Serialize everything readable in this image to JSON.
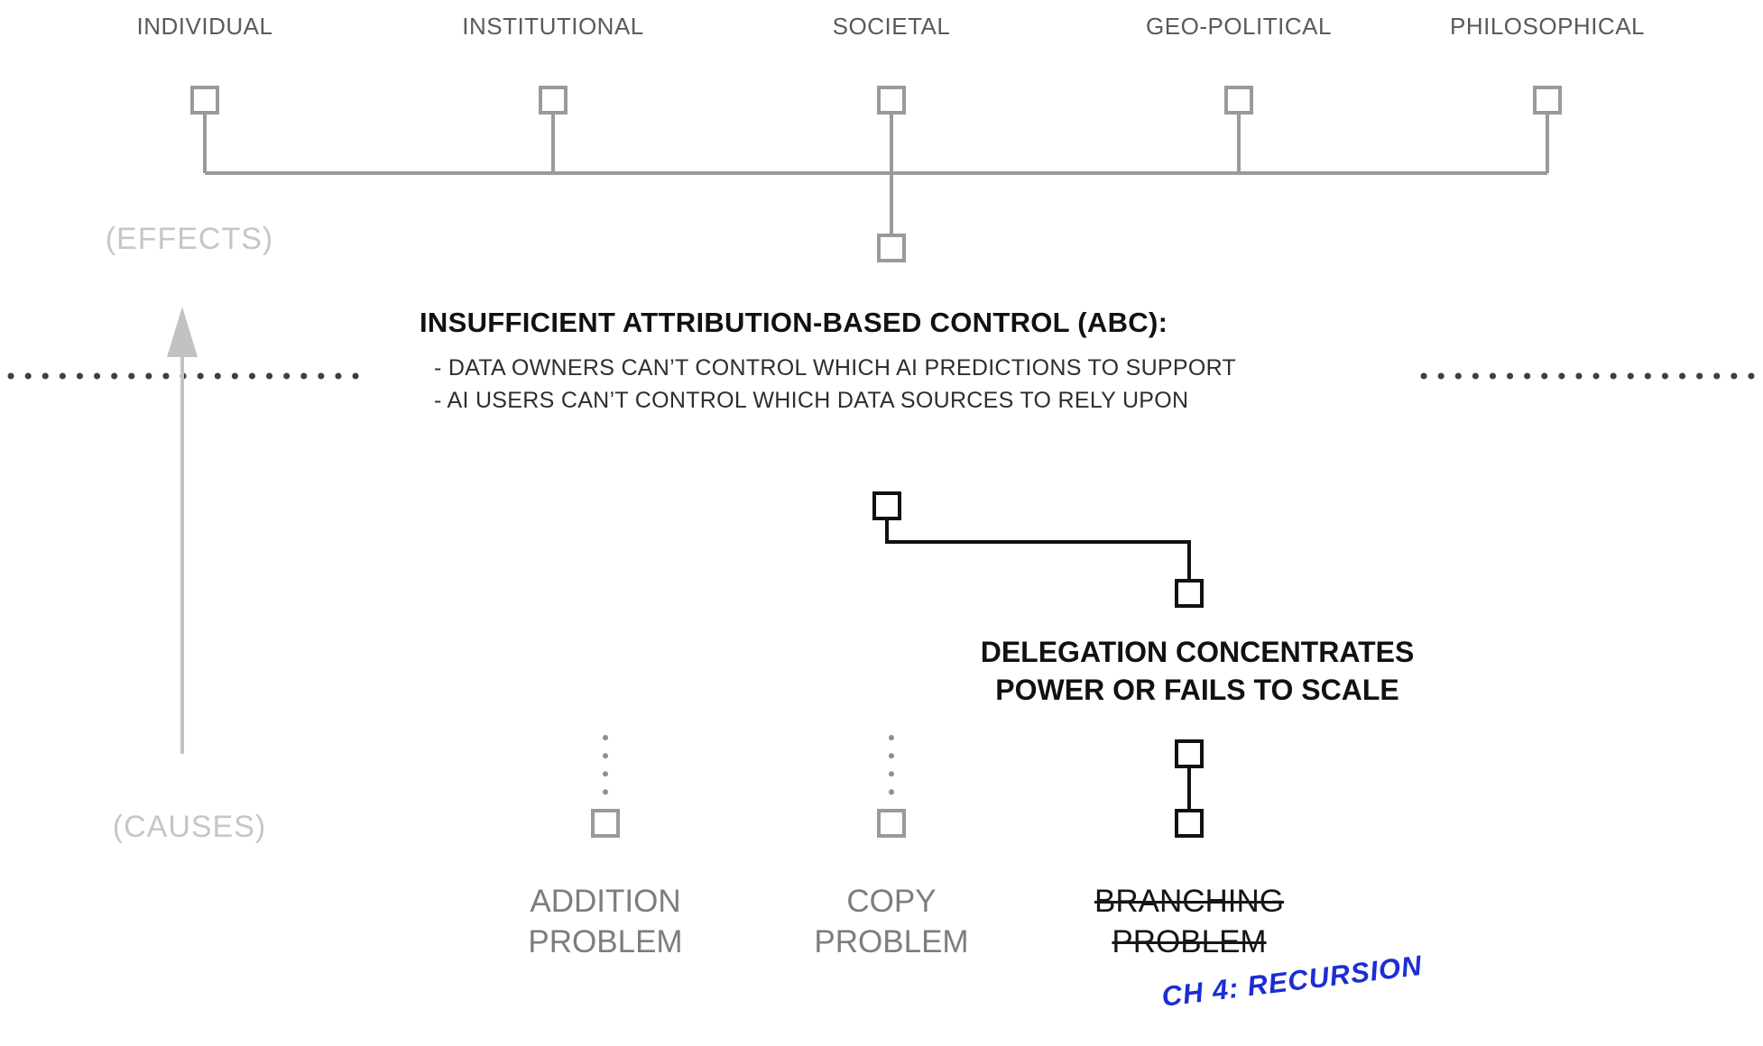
{
  "effects_levels": [
    {
      "label": "INDIVIDUAL"
    },
    {
      "label": "INSTITUTIONAL"
    },
    {
      "label": "SOCIETAL"
    },
    {
      "label": "GEO-POLITICAL"
    },
    {
      "label": "PHILOSOPHICAL"
    }
  ],
  "axis": {
    "effects_label": "(EFFECTS)",
    "causes_label": "(CAUSES)"
  },
  "central": {
    "title": "INSUFFICIENT ATTRIBUTION-BASED CONTROL (ABC):",
    "bullet1": "- DATA OWNERS CAN’T CONTROL WHICH AI PREDICTIONS TO SUPPORT",
    "bullet2": "- AI USERS CAN’T CONTROL WHICH DATA SOURCES TO RELY UPON"
  },
  "delegation": {
    "line1": "DELEGATION CONCENTRATES",
    "line2": "POWER OR FAILS TO SCALE"
  },
  "causes": [
    {
      "label": "ADDITION\nPROBLEM",
      "strikethrough": false
    },
    {
      "label": "COPY\nPROBLEM",
      "strikethrough": false
    },
    {
      "label": "BRANCHING\nPROBLEM",
      "strikethrough": true
    }
  ],
  "annotation": {
    "text": "CH 4: RECURSION"
  },
  "colors": {
    "diagram_gray": "#9a9a9a",
    "level_label_gray": "#5a5a5a",
    "faint_axis_gray": "#c6c6c6",
    "ink_black": "#111111",
    "annotation_blue": "#1c2ed3",
    "dotted_divider": "#3f3f3f"
  }
}
